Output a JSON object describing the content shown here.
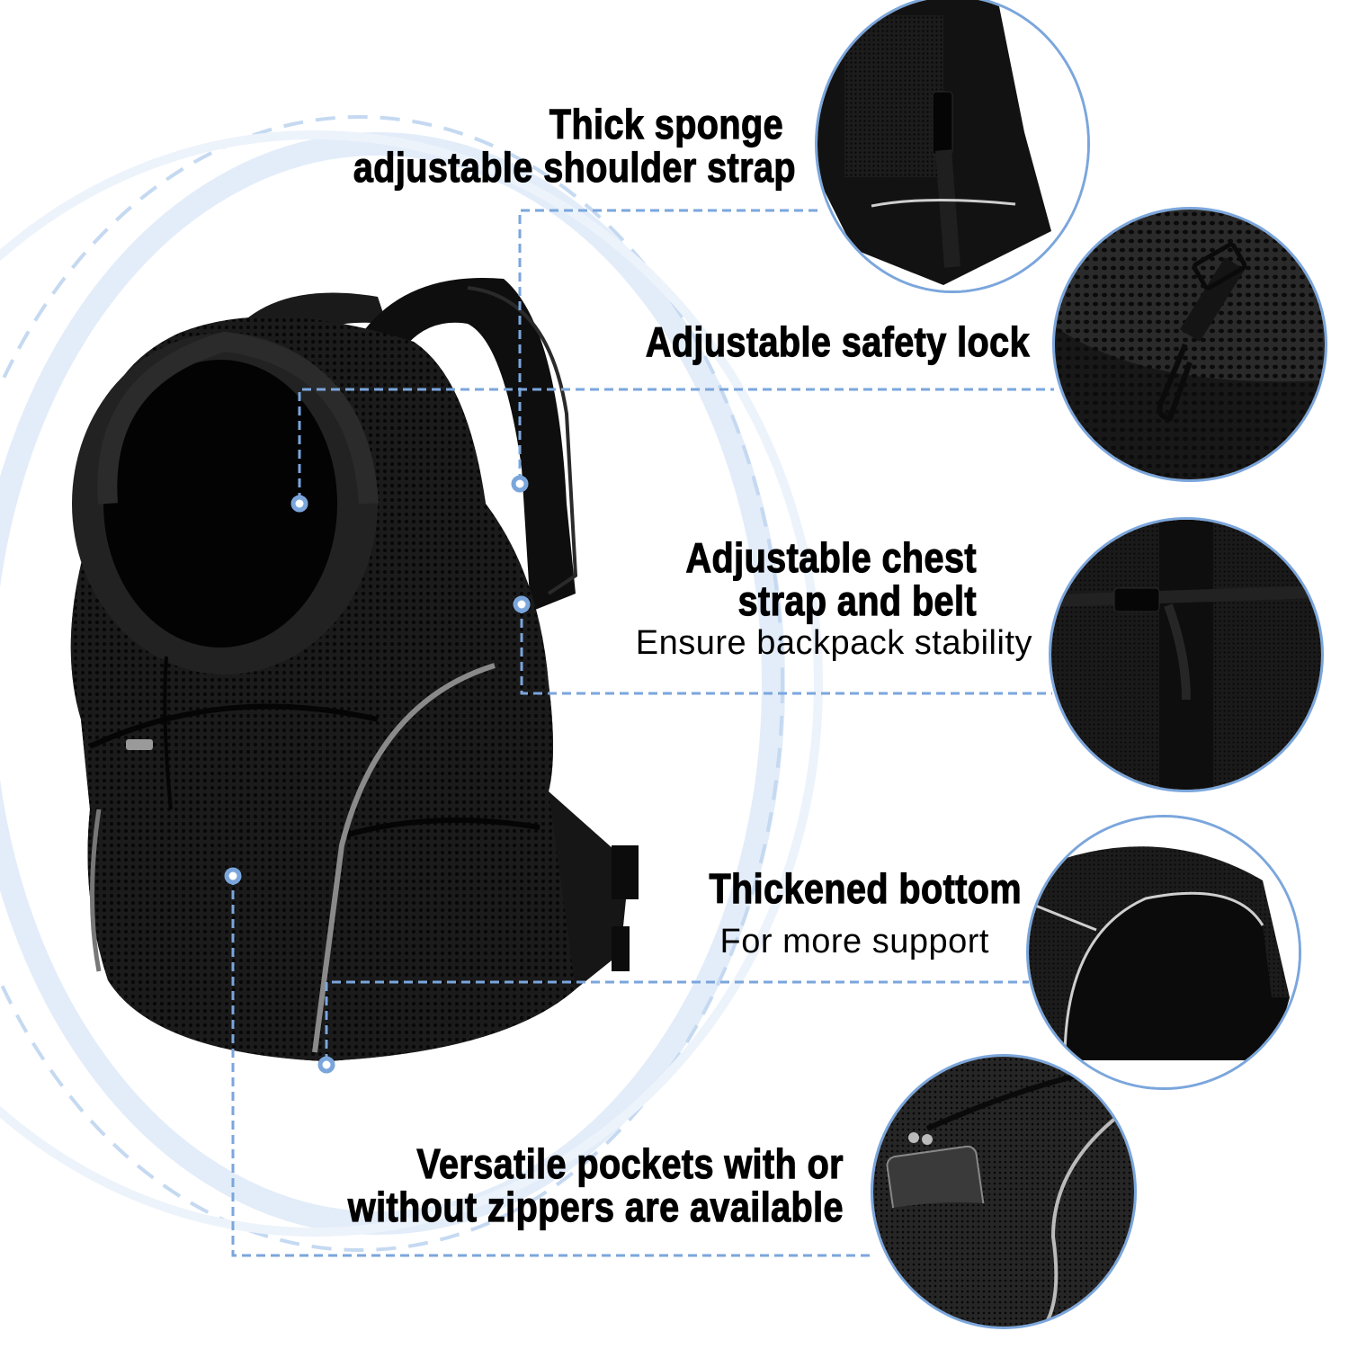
{
  "theme": {
    "accent": "#7ba6dc",
    "accent_light": "#dce8f7",
    "text": "#000000",
    "background": "#ffffff",
    "product": "#141414"
  },
  "product": {
    "name": "pet-carrier-backpack",
    "color": "Black",
    "material": "mesh"
  },
  "features": [
    {
      "id": "shoulder-strap",
      "title_lines": [
        "Thick sponge",
        "adjustable shoulder strap"
      ],
      "subtitle": "",
      "detail_image": "shoulder-strap-closeup"
    },
    {
      "id": "safety-lock",
      "title_lines": [
        "Adjustable safety lock"
      ],
      "subtitle": "",
      "detail_image": "safety-lock-clip-closeup"
    },
    {
      "id": "chest-strap",
      "title_lines": [
        "Adjustable chest",
        "strap and belt"
      ],
      "subtitle": "Ensure backpack stability",
      "detail_image": "chest-strap-buckle-closeup"
    },
    {
      "id": "thickened-bottom",
      "title_lines": [
        "Thickened bottom"
      ],
      "subtitle": "For more support",
      "detail_image": "bottom-closeup"
    },
    {
      "id": "pockets",
      "title_lines": [
        "Versatile pockets with or",
        "without zippers are available"
      ],
      "subtitle": "",
      "detail_image": "side-pocket-phone-closeup"
    }
  ]
}
